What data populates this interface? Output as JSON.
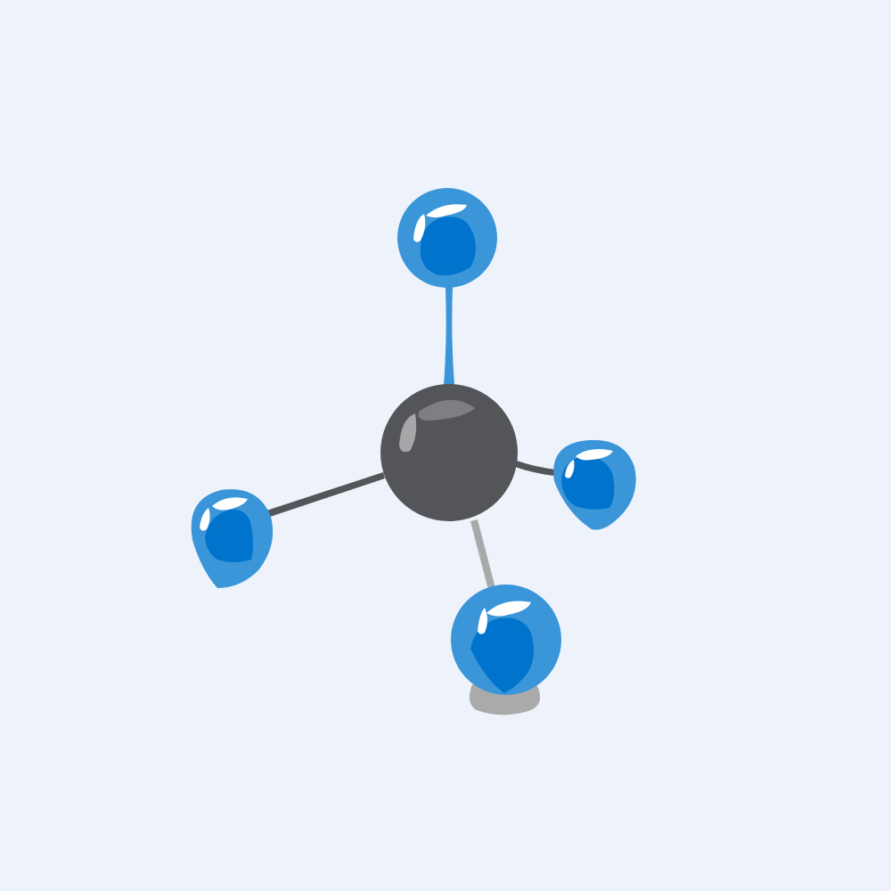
{
  "colors": {
    "background": "#EEF3FB",
    "central_atom": "#545558",
    "central_highlight": "#7E7F82",
    "central_highlight_bright": "#A6A7A9",
    "outer_atom": "#3A95D9",
    "outer_atom_core": "#0073CC",
    "outer_highlight": "#FFFFFF",
    "bond_dark": "#545558",
    "bond_light": "#A8A9AB",
    "bond_blue": "#3A95D9",
    "shadow": "#AAAAAA"
  },
  "model": {
    "central_atom": {
      "icon": "central-atom-sphere"
    },
    "outer_atoms": [
      {
        "id": "top",
        "icon": "outer-atom-sphere"
      },
      {
        "id": "right",
        "icon": "outer-atom-sphere"
      },
      {
        "id": "bottom",
        "icon": "outer-atom-sphere"
      },
      {
        "id": "left",
        "icon": "outer-atom-sphere"
      }
    ]
  }
}
